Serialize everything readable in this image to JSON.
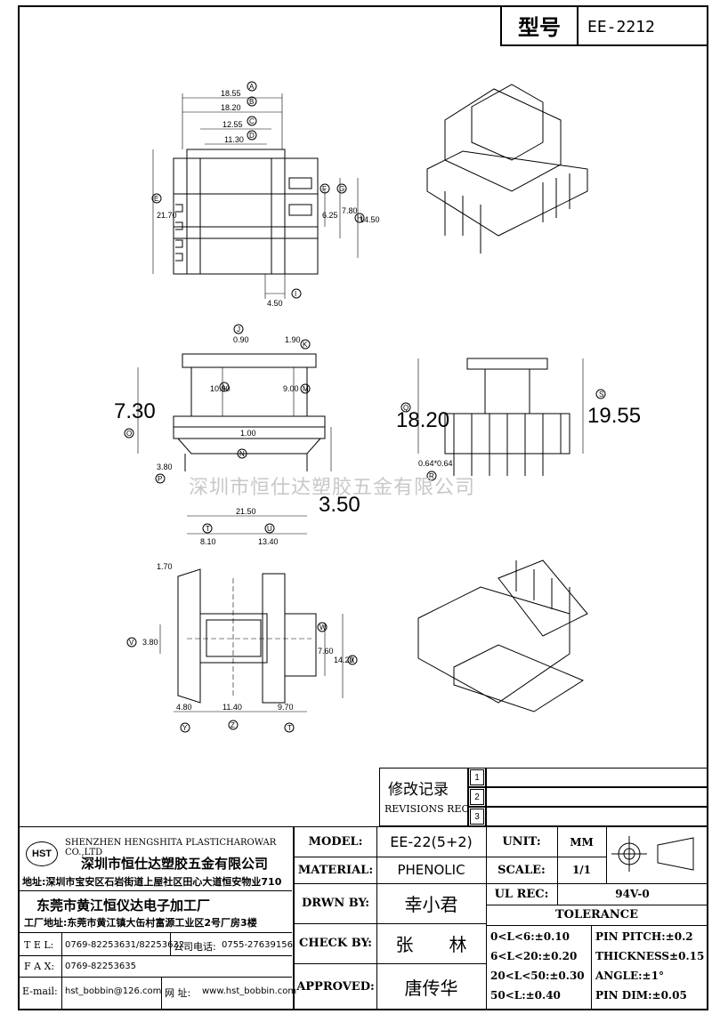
{
  "header": {
    "model_label": "型号",
    "model_value": "EE-2212"
  },
  "dims": {
    "A": "18.55",
    "B": "18.20",
    "C": "12.55",
    "D": "11.30",
    "E": "21.70",
    "F": "6.25",
    "G": "7.80",
    "H": "14.50",
    "I": "4.50",
    "J": "0.90",
    "K": "1.90",
    "L": "10.90",
    "M": "9.00",
    "N": "1.00",
    "O": "7.30",
    "P": "3.80",
    "Q": "18.20",
    "R": "0.64*0.64",
    "S": "19.55",
    "bottom_pin": "3.50",
    "T1": "21.50",
    "T2": "8.10",
    "U": "13.40",
    "slant": "1.70",
    "V": "3.80",
    "W": "7.60",
    "X": "14.20",
    "Y": "4.80",
    "Z": "11.40",
    "T3": "9.70"
  },
  "circle_labels": [
    "A",
    "B",
    "C",
    "D",
    "E",
    "F",
    "G",
    "H",
    "I",
    "J",
    "K",
    "L",
    "M",
    "N",
    "O",
    "P",
    "Q",
    "R",
    "S",
    "T",
    "U",
    "V",
    "W",
    "X",
    "Y",
    "Z"
  ],
  "watermark": "深圳市恒仕达塑胶五金有限公司",
  "revisions": {
    "title_cn": "修改记录",
    "title_en": "REVISIONS REC",
    "marks": [
      "1",
      "2",
      "3"
    ]
  },
  "company": {
    "logo": "HST",
    "name_en": "SHENZHEN HENGSHITA PLASTICHAROWAR CO.,LTD",
    "name_cn": "深圳市恒仕达塑胶五金有限公司",
    "address": "地址:深圳市宝安区石岩街道上屋社区田心大道恒安物业710",
    "factory": "东莞市黄江恒仪达电子加工厂",
    "factory_address": "工厂地址:东莞市黄江镇大缶村富源工业区2号厂房3楼",
    "tel_label": "T E L:",
    "tel": "0769-82253631/82253632",
    "phone_label": "公司电话:",
    "phone": "0755-27639156",
    "fax_label": "F A X:",
    "fax": "0769-82253635",
    "email_label": "E-mail:",
    "email": "hst_bobbin@126.com",
    "web_label": "网 址:",
    "web": "www.hst_bobbin.com"
  },
  "spec": {
    "model_label": "MODEL:",
    "model": "EE-22(5+2)",
    "material_label": "MATERIAL:",
    "material": "PHENOLIC",
    "drawn_label": "DRWN BY:",
    "drawn": "幸小君",
    "check_label": "CHECK BY:",
    "check": "张　　林",
    "approved_label": "APPROVED:",
    "approved": "唐传华",
    "unit_label": "UNIT:",
    "unit": "MM",
    "scale_label": "SCALE:",
    "scale": "1/1",
    "ul_label": "UL REC:",
    "ul": "94V-0",
    "tolerance_label": "TOLERANCE",
    "tol": [
      "0<L<6:±0.10",
      "6<L<20:±0.20",
      "20<L<50:±0.30",
      "50<L:±0.40"
    ],
    "pin": [
      "PIN PITCH:±0.2",
      "THICKNESS±0.15",
      "ANGLE:±1°",
      "PIN DIM:±0.05"
    ]
  }
}
